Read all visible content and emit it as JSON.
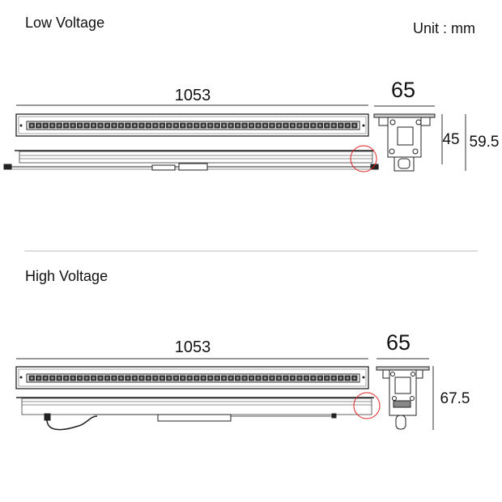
{
  "unit_label": "Unit : mm",
  "accent_color": "#e02020",
  "sections": [
    {
      "title": "Low Voltage",
      "length": "1053",
      "width": "65",
      "heights": [
        "45",
        "59.5"
      ]
    },
    {
      "title": "High Voltage",
      "length": "1053",
      "width": "65",
      "heights": [
        "67.5"
      ]
    }
  ],
  "led_count": 48
}
